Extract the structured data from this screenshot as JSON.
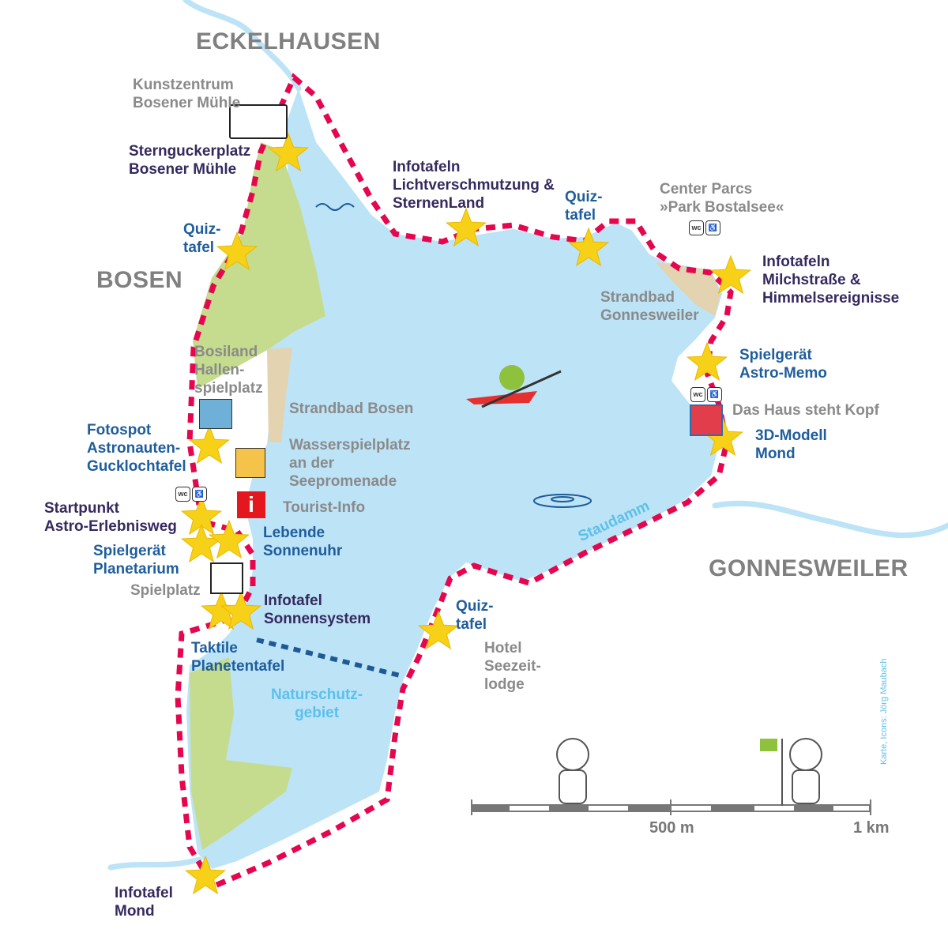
{
  "towns": {
    "north": "ECKELHAUSEN",
    "west": "BOSEN",
    "east": "GONNESWEILER"
  },
  "labels": {
    "kunstzentrum": "Kunstzentrum\nBosener Mühle",
    "sterngucker": "Sterngucker­platz\nBosener Mühle",
    "quiz1": "Quiz-\ntafel",
    "quiz2": "Quiz-\ntafel",
    "quiz3": "Quiz-\ntafel",
    "lichtverschmutzung": "Infotafeln\nLichtverschmutzung &\nSternenLand",
    "centerparcs": "Center Parcs\n»Park Bostalsee«",
    "milchstrasse": "Infotafeln\nMilchstraße &\nHimmelsereignisse",
    "strandbad_g": "Strandbad\nGonnesweiler",
    "astromemo": "Spielgerät\nAstro-Memo",
    "hauskopf": "Das Haus steht Kopf",
    "modell3d": "3D-Modell\nMond",
    "bosiland": "Bosiland\nHallen-\nspielplatz",
    "strandbad_b": "Strandbad Bosen",
    "wasserspiel": "Wasserspielplatz\nan der\nSeepromenade",
    "fotospot": "Fotospot\nAstronauten-\nGucklochtafel",
    "touristinfo": "Tourist-Info",
    "startpunkt": "Startpunkt\nAstro-Erlebnisweg",
    "sonnenuhr": "Lebende\nSonnenuhr",
    "planetarium": "Spielgerät\nPlanetarium",
    "spielplatz": "Spielplatz",
    "sonnensystem": "Infotafel\nSonnensystem",
    "taktile": "Taktile\nPlanetentafel",
    "naturschutz": "Naturschutz-\ngebiet",
    "hotel": "Hotel\nSeezeit-\nlodge",
    "staudamm": "Staudamm",
    "mond": "Infotafel\nMond"
  },
  "scale": {
    "mid": "500 m",
    "end": "1 km"
  },
  "credit": "Karte, Icons: Jörg Maubach",
  "colors": {
    "lake": "#bde3f7",
    "route": "#e5064e",
    "green": "#c5dc8e",
    "sand": "#e3d3b0",
    "star": "#f7d117",
    "path": "#1e5a96"
  }
}
